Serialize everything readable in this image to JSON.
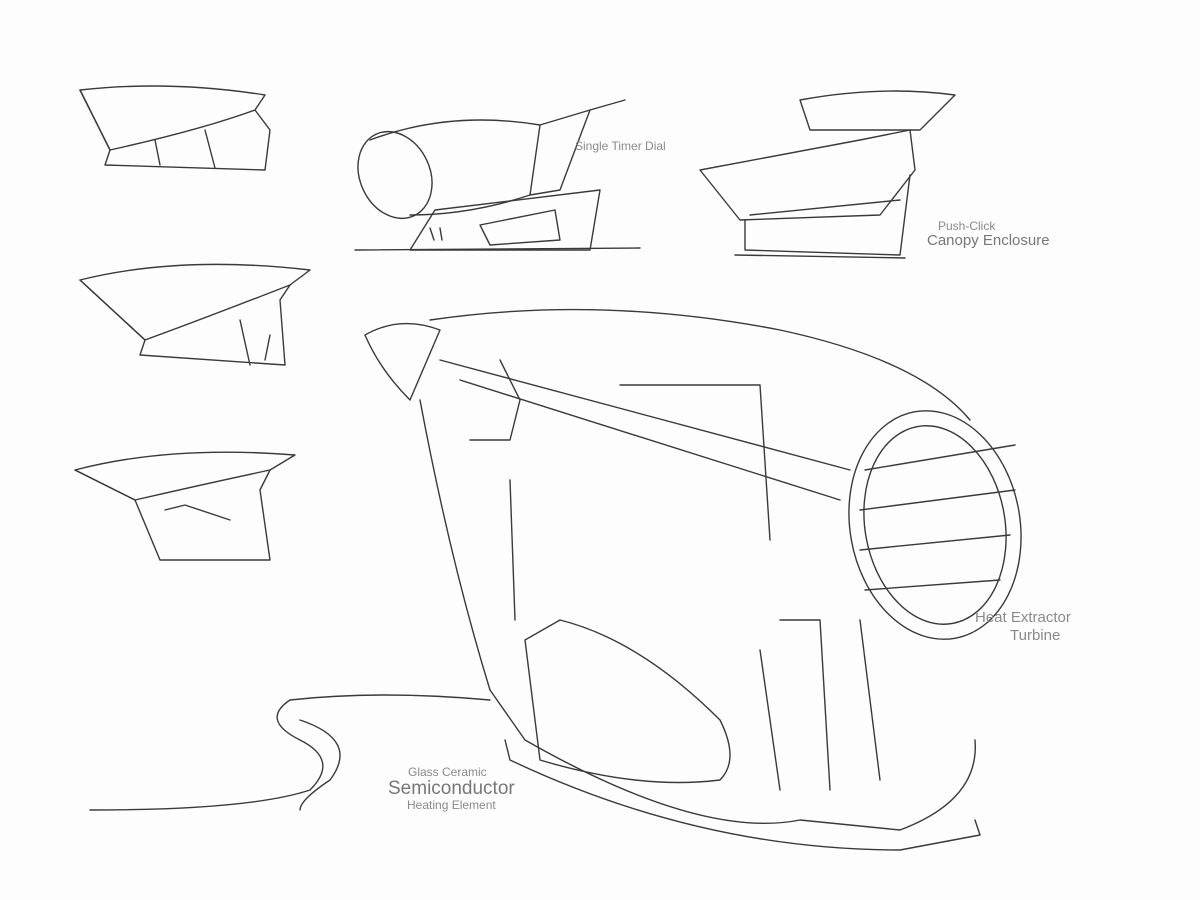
{
  "labels": {
    "timer": "Single Timer Dial",
    "canopy_small": "Push-Click",
    "canopy_big": "Canopy Enclosure",
    "turbine_line1": "Heat Extractor",
    "turbine_line2": "Turbine",
    "glass": "Glass Ceramic",
    "semiconductor": "Semiconductor",
    "heating": "Heating Element"
  },
  "colors": {
    "ink": "#3a3a3a",
    "label": "#8a8a8a",
    "paper": "#fdfdfd"
  }
}
